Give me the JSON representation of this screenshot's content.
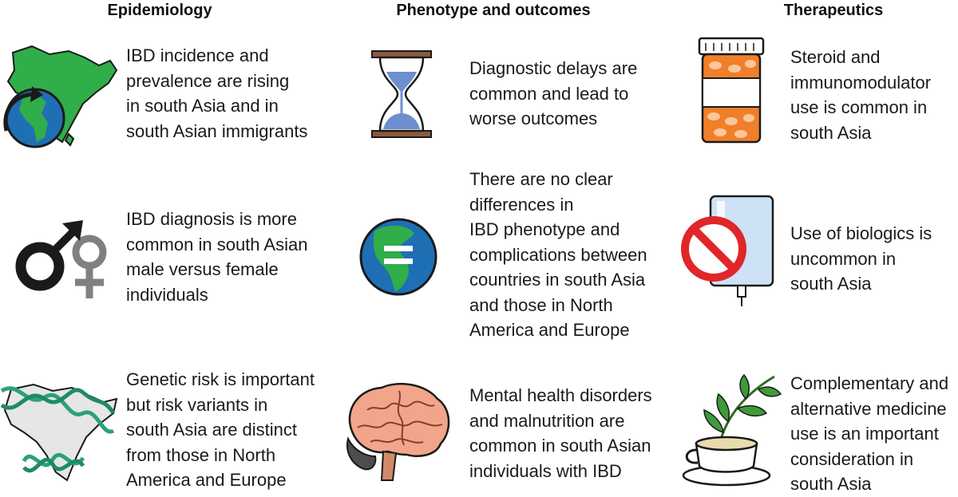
{
  "columns": [
    {
      "title": "Epidemiology"
    },
    {
      "title": "Phenotype and outcomes"
    },
    {
      "title": "Therapeutics"
    }
  ],
  "cells": {
    "epi_incidence": {
      "icon": "south-asia-globe-icon",
      "lines": [
        "IBD incidence and",
        "prevalence are rising",
        "in south Asia and in",
        "south Asian immigrants"
      ]
    },
    "epi_sex": {
      "icon": "male-female-symbols-icon",
      "lines": [
        "IBD diagnosis is more",
        "common in south Asian",
        "male versus female",
        "individuals"
      ]
    },
    "epi_genetic": {
      "icon": "dna-south-asia-map-icon",
      "lines": [
        "Genetic risk is important",
        "but risk variants in",
        "south Asia are distinct",
        "from those in North",
        "America and Europe"
      ]
    },
    "phen_delay": {
      "icon": "hourglass-icon",
      "lines": [
        "Diagnostic delays are",
        "common and lead to",
        "worse outcomes"
      ]
    },
    "phen_nodiff": {
      "icon": "globe-equals-icon",
      "lines": [
        "There are no clear",
        "differences in",
        "IBD phenotype and",
        "complications between",
        "countries in south Asia",
        "and those in North",
        "America and Europe"
      ]
    },
    "phen_mental": {
      "icon": "brain-icon",
      "lines": [
        "Mental health disorders",
        "and malnutrition are",
        "common in south Asian",
        "individuals with IBD"
      ]
    },
    "ther_steroid": {
      "icon": "pill-bottle-icon",
      "lines": [
        "Steroid and",
        "immunomodulator",
        "use is common in",
        "south Asia"
      ]
    },
    "ther_biologics": {
      "icon": "no-iv-bag-icon",
      "lines": [
        "Use of biologics is",
        "uncommon in",
        "south Asia"
      ]
    },
    "ther_cam": {
      "icon": "herbal-tea-icon",
      "lines": [
        "Complementary and",
        "alternative medicine",
        "use is an important",
        "consideration in",
        "south Asia"
      ]
    }
  },
  "colors": {
    "land_green": "#2fae49",
    "ocean_blue": "#1f6fb5",
    "dark": "#1a1a1a",
    "grey_female": "#808080",
    "sand_blue": "#6e8fcf",
    "hourglass_wood": "#8a5a3c",
    "brain_pink": "#f2a58a",
    "bottle_orange": "#f07f2a",
    "no_red": "#e0262a",
    "iv_blue": "#cde2f5",
    "leaf_green": "#3f9a3a",
    "tea": "#e8dcae"
  }
}
